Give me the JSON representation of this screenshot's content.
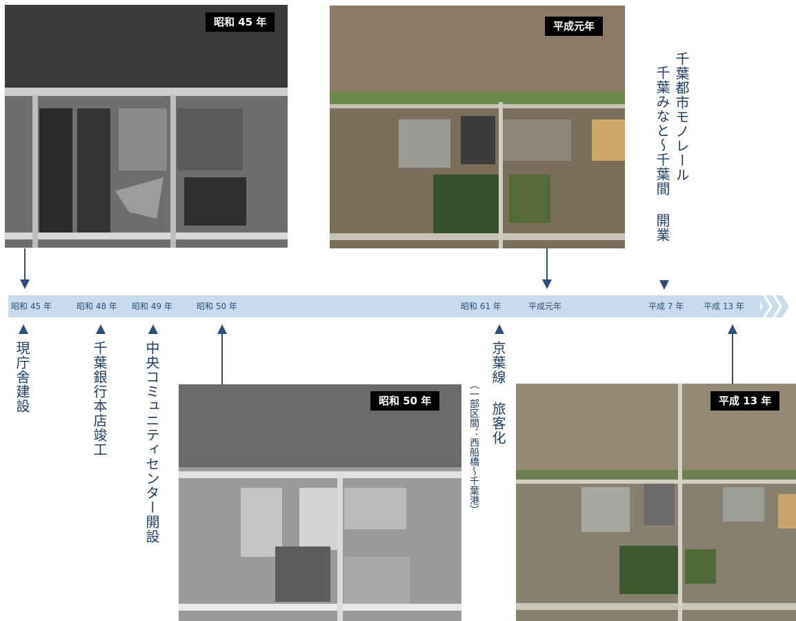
{
  "photos": [
    {
      "id": "s45",
      "label": "昭和 45 年"
    },
    {
      "id": "h1",
      "label": "平成元年"
    },
    {
      "id": "s50",
      "label": "昭和 50 年"
    },
    {
      "id": "h13",
      "label": "平成 13 年"
    }
  ],
  "timeline": {
    "years": [
      "昭和 45 年",
      "昭和 48 年",
      "昭和 49 年",
      "昭和 50 年",
      "昭和 61 年",
      "平成元年",
      "平成 7 年",
      "平成 13 年"
    ]
  },
  "events": {
    "s45": "現庁舎建設",
    "s48": "千葉銀行本店竣工",
    "s49": "中央コミュニティセンター開設",
    "s61_main": "京葉線 旅客化",
    "s61_sub": "（一部区間：西船橋〜千葉港）",
    "h7_line1": "千葉都市モノレール",
    "h7_line2": "千葉みなと〜千葉間 開業"
  },
  "colors": {
    "bar": "#c9dcee",
    "arrow": "#2c4f7e",
    "text": "#1f3e66",
    "badge_bg": "#000000"
  }
}
